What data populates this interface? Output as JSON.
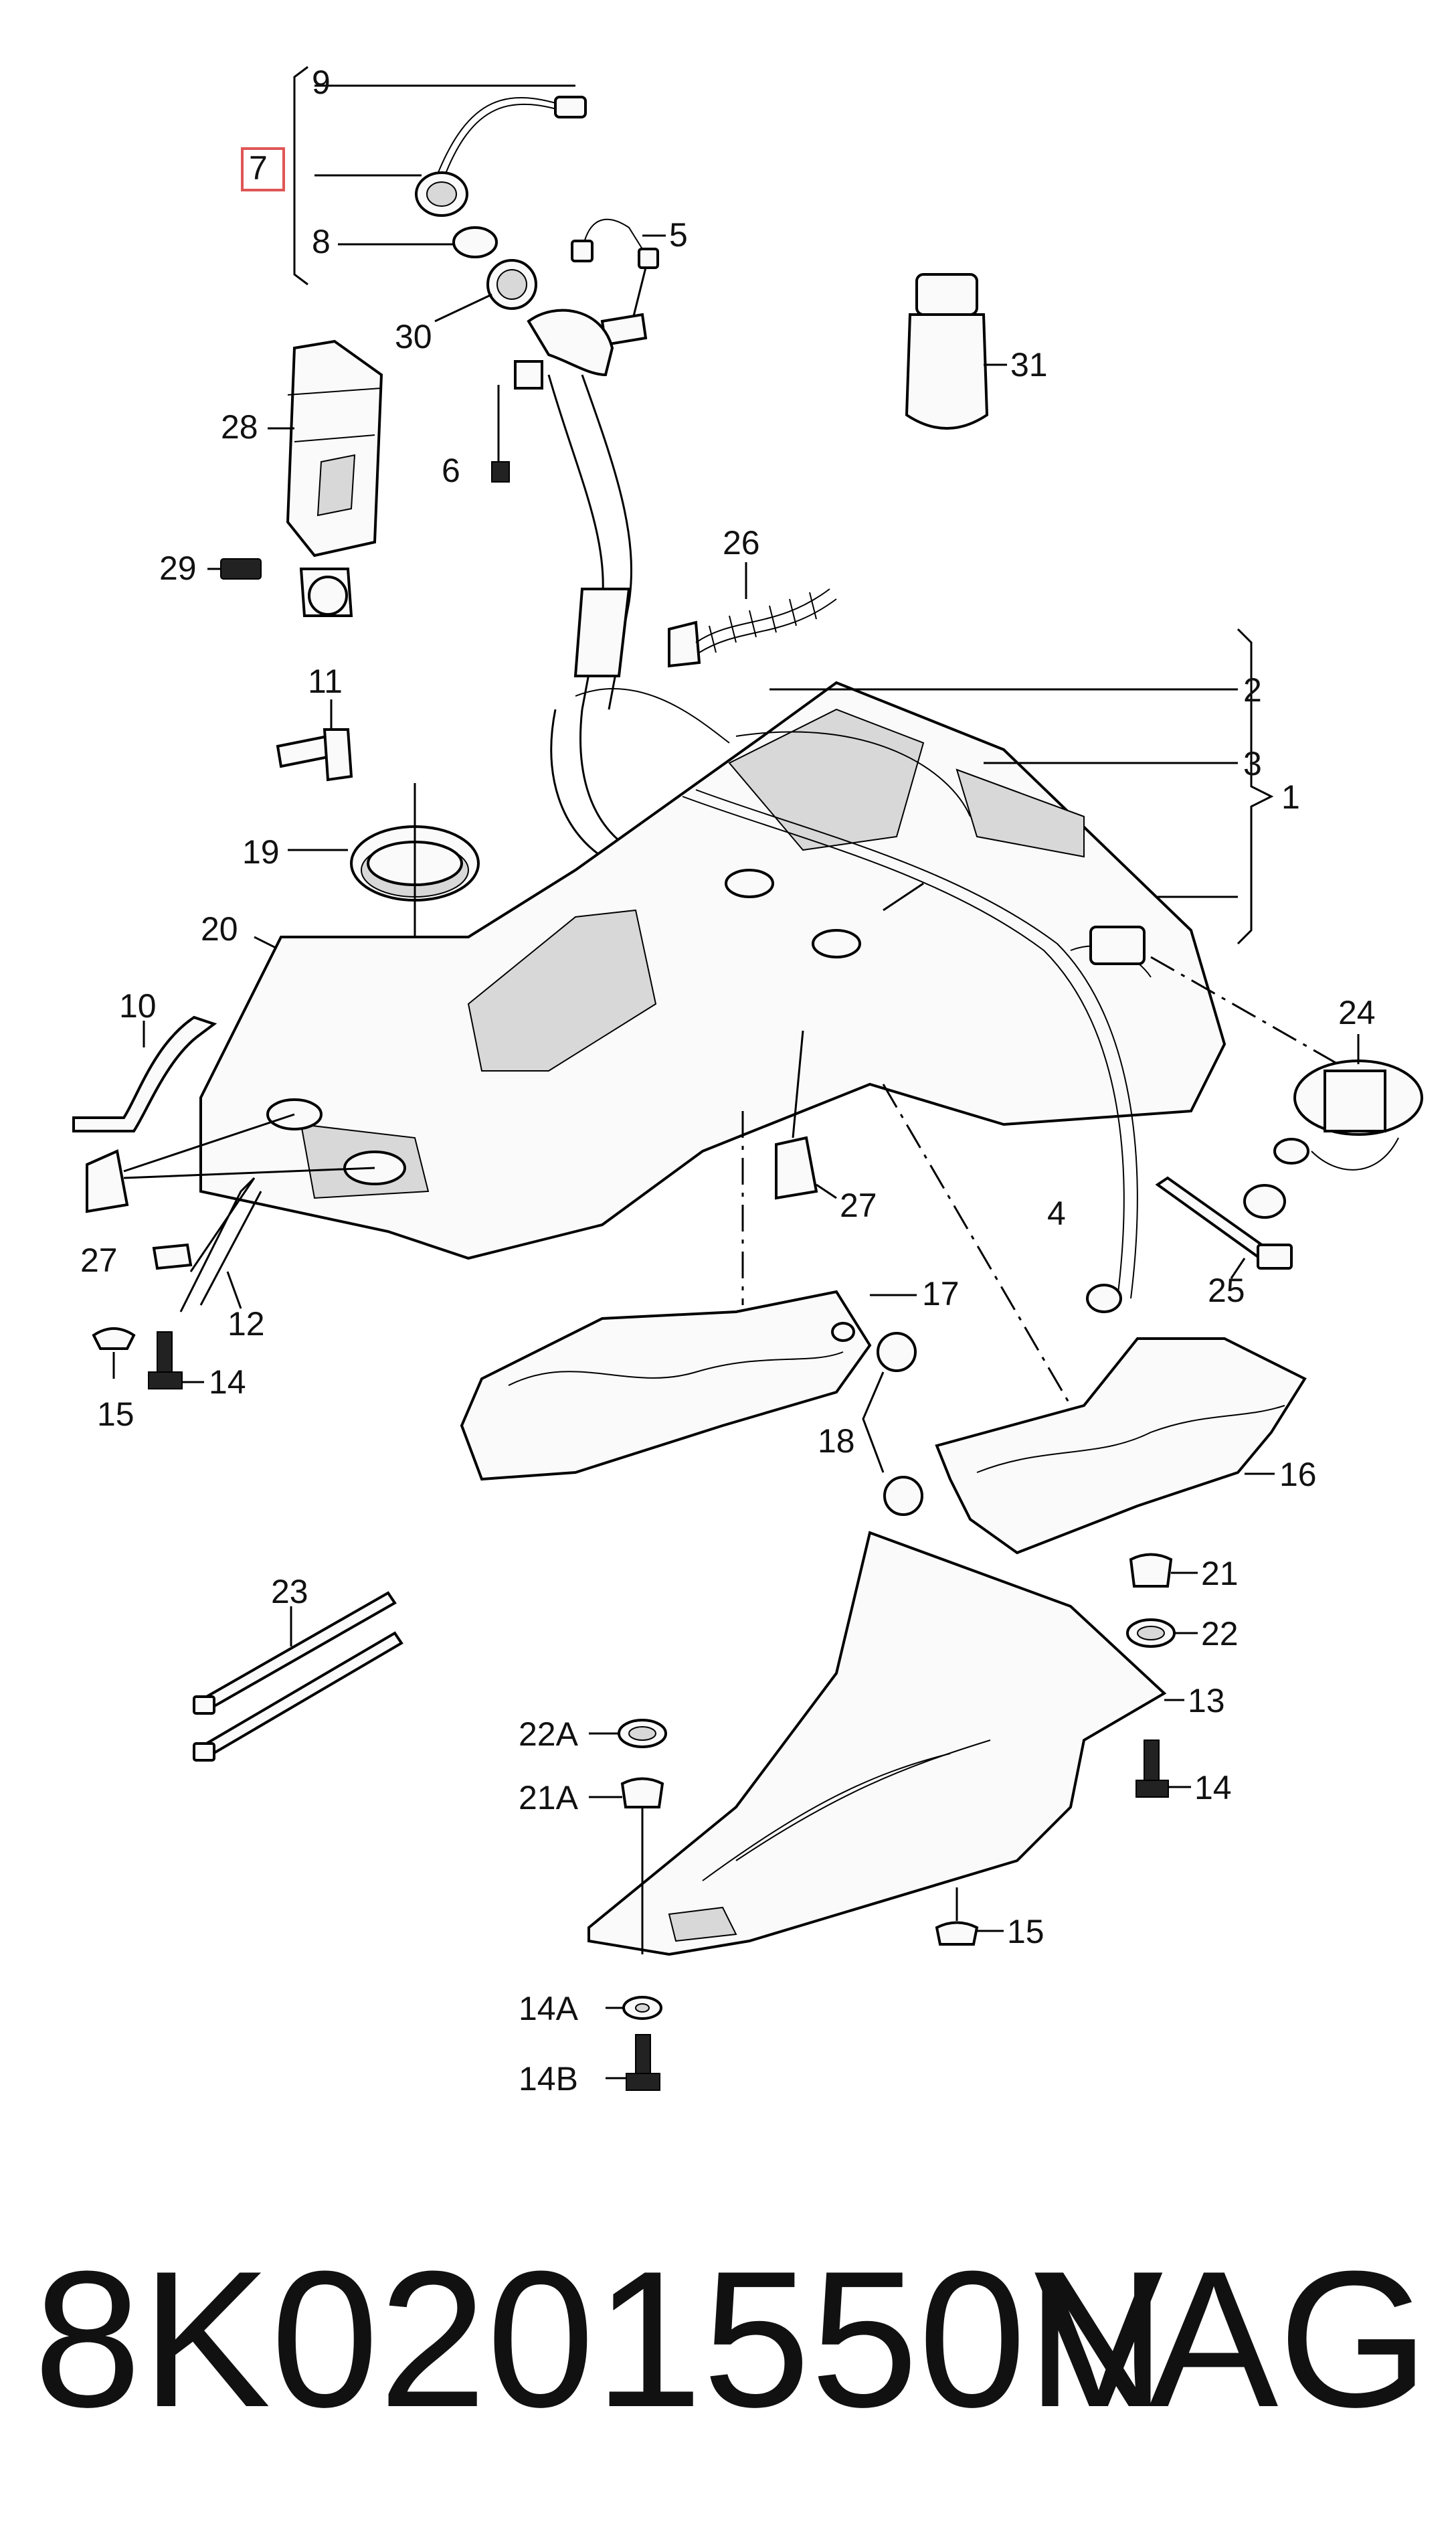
{
  "callouts": [
    "9",
    "7",
    "8",
    "5",
    "30",
    "31",
    "28",
    "6",
    "26",
    "29",
    "2",
    "11",
    "3",
    "1",
    "19",
    "20",
    "24",
    "10",
    "27",
    "27",
    "4",
    "25",
    "17",
    "12",
    "14",
    "15",
    "18",
    "16",
    "23",
    "21",
    "22",
    "13",
    "22A",
    "21A",
    "14",
    "15",
    "14A",
    "14B"
  ],
  "footer": {
    "part_number": "8K0201550N",
    "brand": "VAG"
  },
  "colors": {
    "line": "#000000",
    "highlight_box": "#e05555",
    "background": "#ffffff"
  }
}
